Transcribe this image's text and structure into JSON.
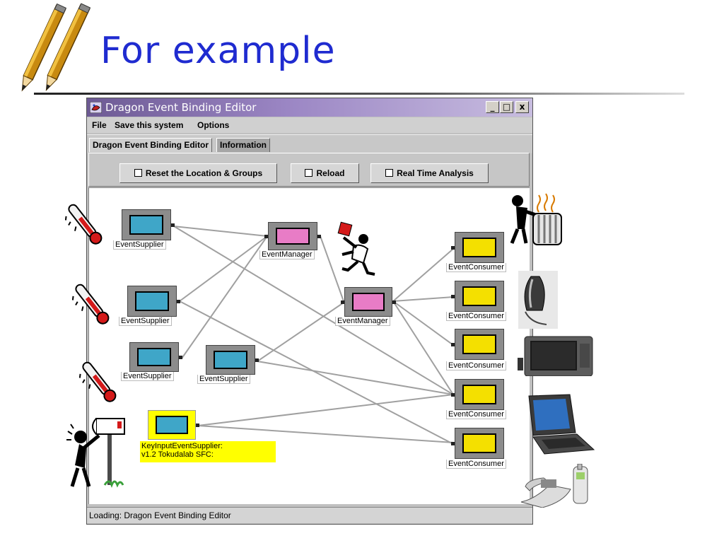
{
  "slide": {
    "title": "For example"
  },
  "window": {
    "title": "Dragon Event Binding Editor",
    "controls": {
      "minimize": "_",
      "maximize": "□",
      "close": "x"
    }
  },
  "menu": {
    "file": "File",
    "save": "Save this system",
    "options": "Options"
  },
  "tabs": [
    {
      "label": "Dragon Event Binding Editor",
      "selected": true
    },
    {
      "label": "Information",
      "selected": false
    }
  ],
  "toolbar": {
    "reset_label": "Reset the Location & Groups",
    "reload_label": "Reload",
    "realtime_label": "Real Time Analysis"
  },
  "nodes": {
    "supplier_label": "EventSupplier",
    "manager_label": "EventManager",
    "consumer_label": "EventConsumer",
    "key_input_label": "KeyInputEventSupplier:\nv1.2 Tokudalab SFC:"
  },
  "colors": {
    "supplier": "#3fa6c8",
    "manager": "#e87cc6",
    "consumer": "#f4e000",
    "title": "#1f2bd0"
  },
  "status": {
    "text": "Loading: Dragon Event Binding Editor"
  },
  "clipart": {
    "left_icons": [
      "thermometer-icon",
      "thermometer-icon",
      "thermometer-icon",
      "mailbox-person-icon"
    ],
    "right_icons": [
      "heater-person-icon",
      "iron-icon",
      "television-icon",
      "laptop-icon",
      "telephone-icon"
    ],
    "center_icon": "running-person-icon",
    "corner_icon": "pencils-icon"
  }
}
